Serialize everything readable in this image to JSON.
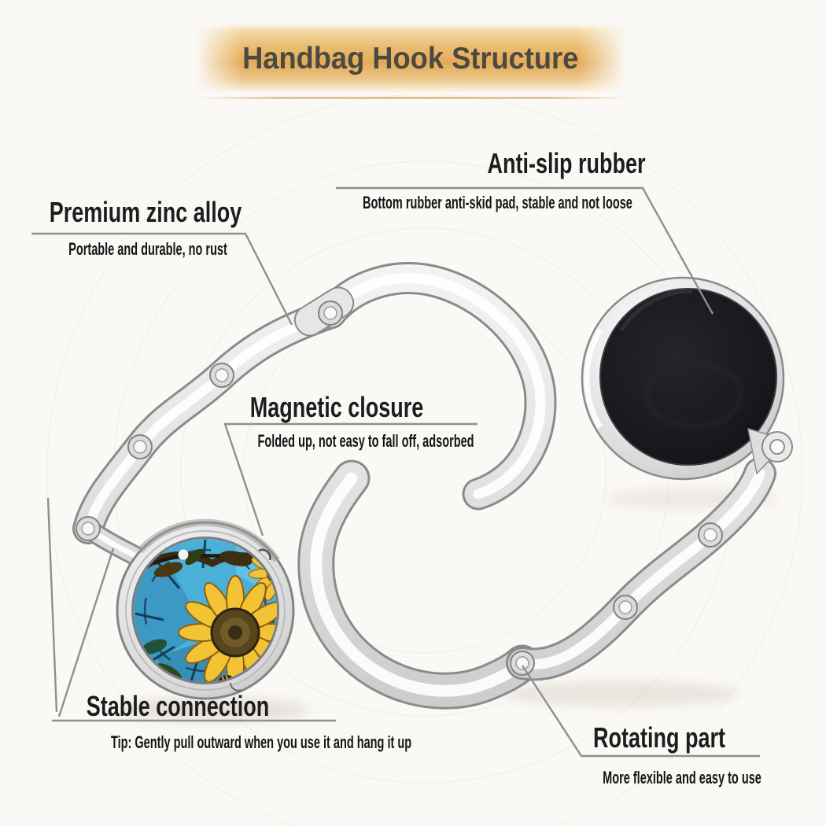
{
  "title": {
    "text": "Handbag Hook Structure"
  },
  "callouts": {
    "premium_zinc_alloy": {
      "heading": "Premium zinc alloy",
      "description": "Portable and durable, no rust"
    },
    "anti_slip_rubber": {
      "heading": "Anti-slip rubber",
      "description": "Bottom rubber anti-skid pad, stable and not loose"
    },
    "magnetic_closure": {
      "heading": "Magnetic closure",
      "description": "Folded up, not easy to fall off,  adsorbed"
    },
    "stable_connection": {
      "heading": "Stable connection",
      "description": "Tip: Gently pull outward when you use it and hang it up"
    },
    "rotating_part": {
      "heading": "Rotating part",
      "description": "More flexible and easy to use"
    }
  },
  "colors": {
    "background": "#fbf9f6",
    "banner_gold": "#e7b369",
    "title_text": "#4a4a42",
    "heading_text": "#1d1d1d",
    "pointer_line": "#8f8f8f",
    "metal_silver": "#d9d9d9",
    "rubber_black": "#17171b",
    "medallion_blue": "#4ab0d8",
    "sunflower_yellow": "#f2c335"
  }
}
